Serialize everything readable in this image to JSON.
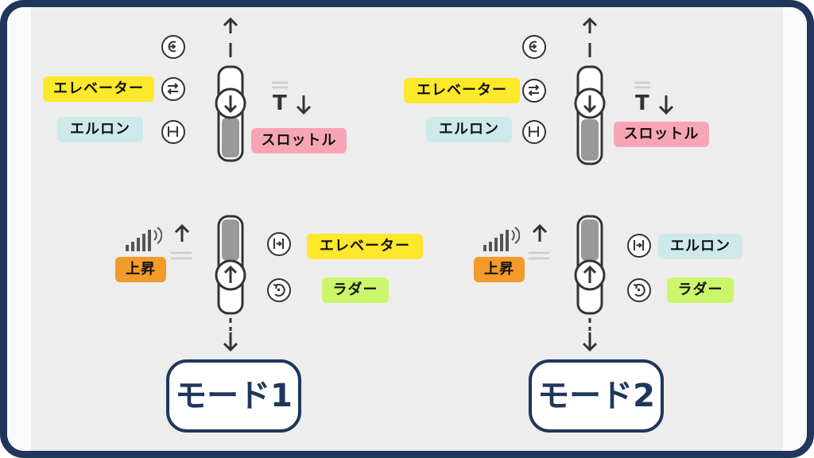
{
  "mode1": {
    "title": "モード1",
    "left": {
      "elevator": "エレベーター",
      "aileron": "エルロン",
      "throttle": "スロットル"
    },
    "right": {
      "climb": "上昇",
      "elevator": "エレベーター",
      "rudder": "ラダー"
    }
  },
  "mode2": {
    "title": "モード2",
    "left": {
      "elevator": "エレベーター",
      "aileron": "エルロン",
      "throttle": "スロットル"
    },
    "right": {
      "climb": "上昇",
      "aileron": "エルロン",
      "rudder": "ラダー"
    }
  },
  "glyphs": {
    "throttle_symbol": "T"
  },
  "icons": [
    "rotate-icon",
    "swap-arrows-icon",
    "roll-bar-icon",
    "signal-bars-icon",
    "lift-icon",
    "yaw-icon",
    "arrow-up-icon",
    "arrow-down-icon"
  ],
  "colors": {
    "frame": "#20365b",
    "elevator": "#fde82b",
    "aileron": "#cde9ea",
    "throttle": "#f7a5b4",
    "climb": "#f29a2c",
    "rudder": "#cbf56b"
  }
}
